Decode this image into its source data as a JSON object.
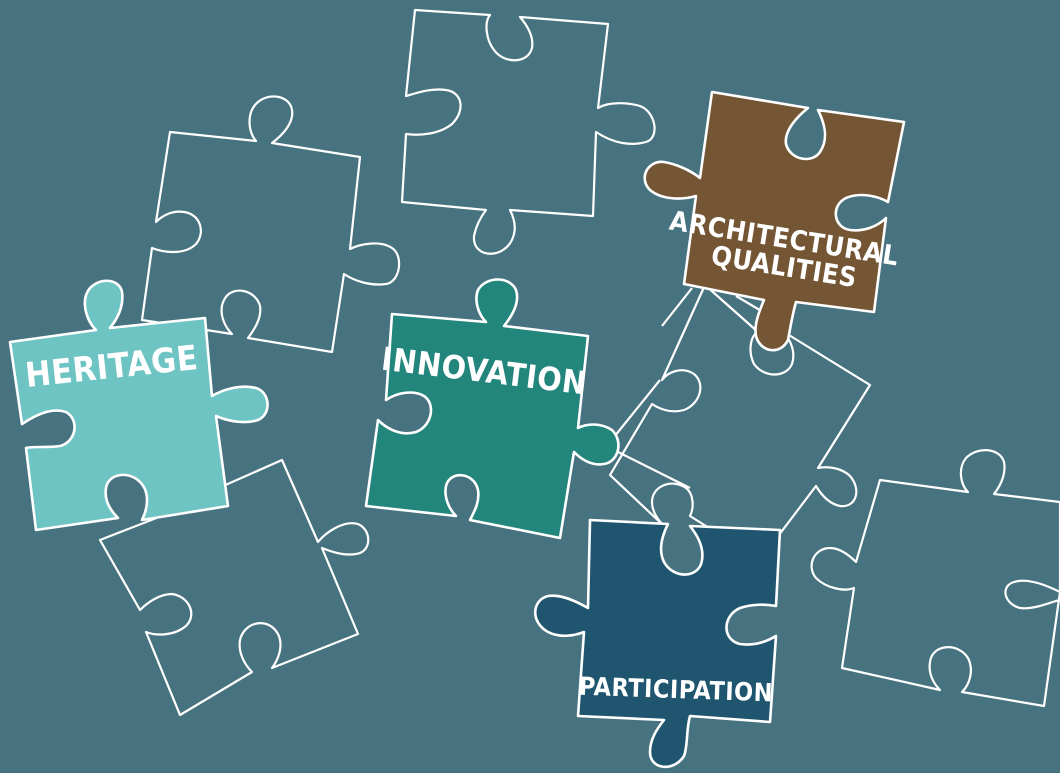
{
  "diagram": {
    "background_color": "#47727f",
    "outline_color": "#ffffff",
    "pieces": [
      {
        "id": "heritage",
        "label_lines": [
          "HERITAGE"
        ],
        "color": "#6ec3c3"
      },
      {
        "id": "innovation",
        "label_lines": [
          "INNOVATION"
        ],
        "color": "#23867c"
      },
      {
        "id": "architectural-qualities",
        "label_lines": [
          "ARCHITECTURAL",
          "QUALITIES"
        ],
        "color": "#745634"
      },
      {
        "id": "participation",
        "label_lines": [
          "PARTICIPATION"
        ],
        "color": "#1f556e"
      }
    ]
  }
}
